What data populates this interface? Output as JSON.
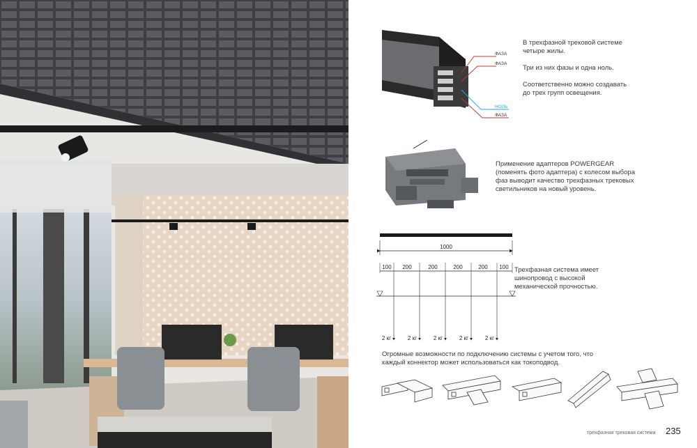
{
  "wire_labels": {
    "phase1": "ФАЗА",
    "phase2": "ФАЗА",
    "neutral": "НОЛЬ",
    "phase3": "ФАЗА"
  },
  "block1": {
    "lines": [
      "В трехфазной трековой системе",
      "четыре жилы.",
      "",
      "Три из них фазы и одна ноль.",
      "",
      "Соответственно можно создавать",
      "до трех групп освещения."
    ]
  },
  "block2": {
    "lines": [
      "Применение  адаптеров POWERGEAR",
      "(поменять фото адаптера) с колесом выбора",
      "фаз выводит качество трехфазных трековых",
      "светильников на новый уровень."
    ]
  },
  "diagram": {
    "total_length": "1000",
    "segments": [
      "100",
      "200",
      "200",
      "200",
      "200",
      "100"
    ],
    "loads": [
      "2 кг",
      "2 кг",
      "2 кг",
      "2 кг",
      "2 кг"
    ]
  },
  "block3": {
    "lines": [
      "Трехфазная система имеет",
      "шинопровод с высокой",
      "механической прочностью."
    ]
  },
  "block4": {
    "lines": [
      "Огромные возможности по подключению системы с учетом того, что",
      "каждый коннектор может использоваться как токоподвод."
    ]
  },
  "footer": {
    "section_title": "трехфазная трековая система",
    "page_number": "235"
  },
  "colors": {
    "phase_wire": "#c0392b",
    "neutral_wire": "#2aa7d6",
    "neutral_label": "#2aa7d6",
    "ceiling": "#4d4f52",
    "wall_panel": "#e9d8c8"
  }
}
